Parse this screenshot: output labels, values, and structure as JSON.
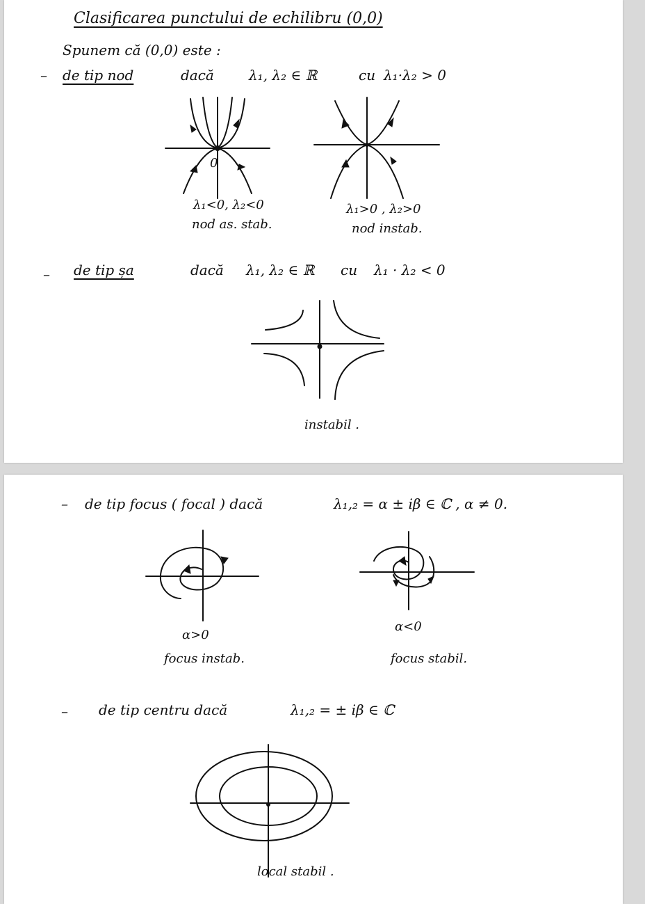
{
  "page1": {
    "title": "Clasificarea punctului de echilibru (0,0)",
    "intro": "Spunem că (0,0) este :",
    "dash": "–",
    "node": {
      "label": "de tip nod",
      "cond_prefix": "dacă",
      "cond": "λ₁, λ₂ ∈ ℝ",
      "cu": "cu",
      "cond2": "λ₁·λ₂ > 0",
      "origin": "0",
      "left_eigen": "λ₁<0, λ₂<0",
      "left_desc": "nod as. stab.",
      "right_eigen": "λ₁>0 , λ₂>0",
      "right_desc": "nod instab."
    },
    "saddle": {
      "label": "de tip șa",
      "cond_prefix": "dacă",
      "cond": "λ₁, λ₂ ∈ ℝ",
      "cu": "cu",
      "cond2": "λ₁ · λ₂ < 0",
      "desc": "instabil ."
    }
  },
  "page2": {
    "dash": "–",
    "focus": {
      "label": "de tip focus ( focal ) dacă",
      "cond": "λ₁,₂ = α ± iβ ∈ ℂ , α ≠ 0.",
      "left_cond": "α>0",
      "left_desc": "focus instab.",
      "right_cond": "α<0",
      "right_desc": "focus stabil."
    },
    "center": {
      "label": "de tip centru dacă",
      "cond": "λ₁,₂ = ± iβ ∈ ℂ",
      "desc": "local stabil ."
    }
  }
}
